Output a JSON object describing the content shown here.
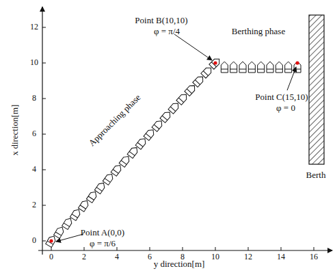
{
  "diagram": {
    "labels": [
      "Point B(10,10)",
      "φ = π/4",
      "Berthing phase",
      "Approaching phase",
      "Point C(15,10)",
      "φ = 0",
      "Berth",
      "Point A(0,0)",
      "φ = π/6",
      "x direction[m]",
      "y direction[m]",
      "12",
      "10",
      "8",
      "6",
      "4",
      "2",
      "0",
      "0",
      "2",
      "4",
      "6",
      "8",
      "10",
      "12",
      "14",
      "16"
    ]
  }
}
